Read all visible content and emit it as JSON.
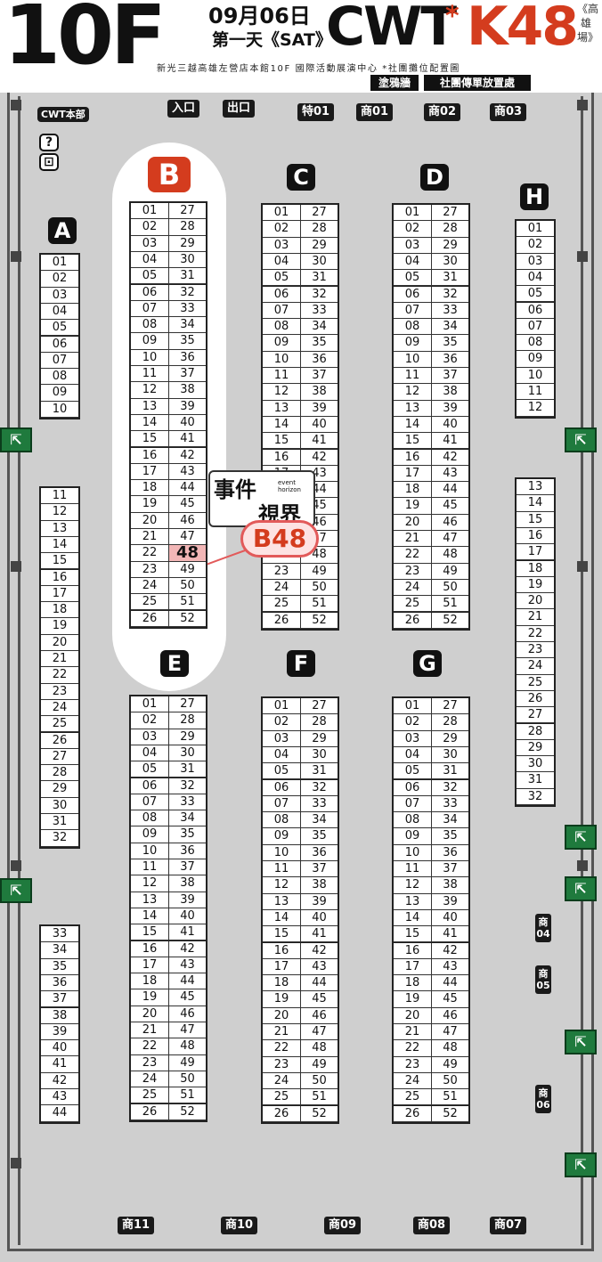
{
  "header": {
    "floor": "10F",
    "date": "09月06日",
    "day": "第一天《SAT》",
    "event": "CWT",
    "event_num": "K48",
    "star": "*",
    "side": "《高雄場》",
    "venue": "新光三越高雄左營店本館10F 國際活動展演中心 *社團攤位配置圖",
    "tag_graffiti": "塗鴉牆",
    "tag_flyer": "社團傳單放置處"
  },
  "labels": {
    "cwt_hq": "CWT本部",
    "entrance": "入口",
    "exit": "出口",
    "special01": "特01",
    "shop01": "商01",
    "shop02": "商02",
    "shop03": "商03",
    "shop04": "商04",
    "shop05": "商05",
    "shop06": "商06",
    "shop07": "商07",
    "shop08": "商08",
    "shop09": "商09",
    "shop10": "商10",
    "shop11": "商11",
    "info": "?"
  },
  "blocks": {
    "A": "A",
    "B": "B",
    "C": "C",
    "D": "D",
    "E": "E",
    "F": "F",
    "G": "G",
    "H": "H"
  },
  "callout": {
    "brand_line1": "事件",
    "brand_line2": "視界",
    "brand_en": "event horizon",
    "booth": "B48",
    "highlight_cell": "48"
  },
  "exit_icon": "emergency-exit-icon"
}
